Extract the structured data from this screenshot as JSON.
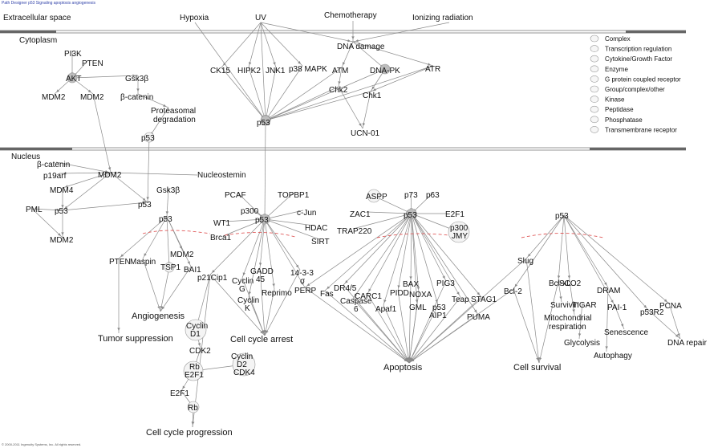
{
  "header": "Path Designer p53 Signaling apoptosis angiogenesis",
  "footer": "© 2000-2011 Ingenuity Systems, Inc. All rights reserved.",
  "regions": {
    "extracellular": "Extracellular space",
    "cytoplasm": "Cytoplasm",
    "nucleus": "Nucleus"
  },
  "legend": [
    {
      "label": "Complex",
      "icon": "circle-icon"
    },
    {
      "label": "Transcription regulation",
      "icon": "ellipse-cross-icon"
    },
    {
      "label": "Cytokine/Growth Factor",
      "icon": "square-icon"
    },
    {
      "label": "Enzyme",
      "icon": "diamond-icon"
    },
    {
      "label": "G protein coupled receptor",
      "icon": "rectangle-icon"
    },
    {
      "label": "Group/complex/other",
      "icon": "double-circle-icon"
    },
    {
      "label": "Kinase",
      "icon": "triangle-icon"
    },
    {
      "label": "Peptidase",
      "icon": "rhombus-icon"
    },
    {
      "label": "Phosphatase",
      "icon": "triangle-down-icon"
    },
    {
      "label": "Transmembrane receptor",
      "icon": "oval-icon"
    }
  ],
  "nodes": {
    "hypoxia": "Hypoxia",
    "uv": "UV",
    "chemotherapy": "Chemotherapy",
    "ionizing_radiation": "Ionizing radiation",
    "dna_damage": "DNA damage",
    "pi3k": "PI3K",
    "pten_c": "PTEN",
    "akt": "AKT",
    "gsk3b_c": "Gsk3β",
    "mdm2_c1": "MDM2",
    "mdm2_c2": "MDM2",
    "bcatenin_c": "β-catenin",
    "proteasomal": "Proteasomal degradation",
    "p53_c_left": "p53",
    "ck15": "CK15",
    "hipk2": "HIPK2",
    "jnk1": "JNK1",
    "p38mapk": "p38 MAPK",
    "atm": "ATM",
    "dnapk": "DNA-PK",
    "atr": "ATR",
    "chk2": "Chk2",
    "chk1": "Chk1",
    "ucn01": "UCN-01",
    "p53_c_center": "p53",
    "bcatenin_n": "β-catenin",
    "p19arf": "p19arf",
    "mdm2_n_hub": "MDM2",
    "nucleostemin": "Nucleostemin",
    "mdm4": "MDM4",
    "pml": "PML",
    "p53_n_pml": "p53",
    "mdm2_n_bottom": "MDM2",
    "gsk3b_n": "Gsk3β",
    "p53_n_left_small": "p53",
    "p53_n_angio": "p53",
    "pten_n": "PTEN",
    "maspin": "Maspin",
    "tsp1": "TSP1",
    "bai1": "BAI1",
    "mdm2_n_mid": "MDM2",
    "pcaf": "PCAF",
    "topbp1": "TOPBP1",
    "p300_a": "p300",
    "cjun": "c-Jun",
    "wt1": "WT1",
    "hdac": "HDAC",
    "brca1": "Brca1",
    "sirt": "SIRT",
    "p53_hub_arrest": "p53",
    "p21": "p21Cip1",
    "gadd45": "GADD 45",
    "cycling": "Cyclin G",
    "cyclink": "Cyclin K",
    "reprimo": "Reprimo",
    "sigma1433": "14-3-3 σ",
    "cyclind1": "Cyclin D1",
    "cdk2": "CDK2",
    "rb_e2f1": "Rb E2F1",
    "cyclind2_cdk4": "Cyclin D2 CDK4",
    "e2f1": "E2F1",
    "rb": "Rb",
    "aspp": "ASPP",
    "p73": "p73",
    "p63": "p63",
    "zac1": "ZAC1",
    "e2f1_b": "E2F1",
    "trap220": "TRAP220",
    "p300_jmy": "p300 JMY",
    "p53_hub_apop": "p53",
    "perp": "PERP",
    "fas": "Fas",
    "dr45": "DR4/5",
    "caspase6": "Caspase 6",
    "carc1": "CARC1",
    "apaf1": "Apaf1",
    "pidd": "PIDD",
    "bax": "BAX",
    "noxa": "NOXA",
    "gml": "GML",
    "p53aip1": "p53 AIP1",
    "pig3": "PIG3",
    "teap": "Teap",
    "stag1": "STAG1",
    "puma": "PUMA",
    "p53_hub_surv": "p53",
    "slug": "Slug",
    "bclxl": "Bcl-xL",
    "bcl2": "Bcl-2",
    "survivin": "Survivin",
    "sco2": "SCO2",
    "tigar": "TIGAR",
    "dram": "DRAM",
    "pai1": "PAI-1",
    "p53r2": "p53R2",
    "pcna": "PCNA"
  },
  "outcomes": {
    "angiogenesis": "Angiogenesis",
    "tumor_suppression": "Tumor suppression",
    "cell_cycle_arrest": "Cell cycle arrest",
    "cell_cycle_progression": "Cell cycle progression",
    "apoptosis": "Apoptosis",
    "cell_survival": "Cell survival",
    "mito_respiration": "Mitochondrial respiration",
    "glycolysis": "Glycolysis",
    "senescence": "Senescence",
    "autophagy": "Autophagy",
    "dna_repair": "DNA repair"
  }
}
